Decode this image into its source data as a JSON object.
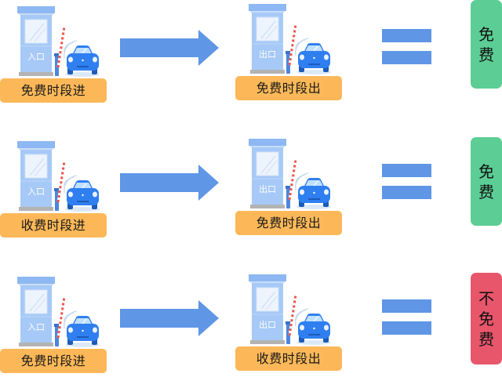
{
  "rows": [
    {
      "entry_booth_text": "入口",
      "entry_label": "免费时段进",
      "exit_booth_text": "出口",
      "exit_label": "免费时段出",
      "result_chars": [
        "免",
        "费"
      ],
      "result_color": "#5cce95"
    },
    {
      "entry_booth_text": "入口",
      "entry_label": "收费时段进",
      "exit_booth_text": "出口",
      "exit_label": "免费时段出",
      "result_chars": [
        "免",
        "费"
      ],
      "result_color": "#5cce95"
    },
    {
      "entry_booth_text": "入口",
      "entry_label": "免费时段进",
      "exit_booth_text": "出口",
      "exit_label": "收费时段出",
      "result_chars": [
        "不",
        "免",
        "费"
      ],
      "result_color": "#e8566b"
    }
  ],
  "colors": {
    "label_bg": "#fcb858",
    "arrow": "#5f96e6",
    "equals": "#5f96e6",
    "booth": "#a6c9f7",
    "car": "#2f7ff0"
  }
}
